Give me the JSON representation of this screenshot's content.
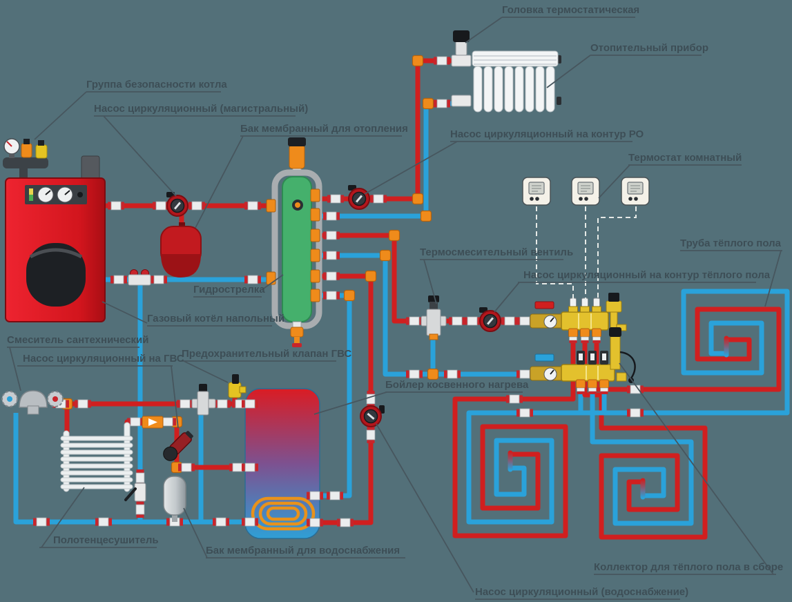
{
  "diagram": {
    "type": "heating-system-schematic",
    "language": "ru",
    "colors": {
      "background": "#537079",
      "pipe_hot": "#d01f1f",
      "pipe_cold": "#2aa2da",
      "fitting_orange": "#ef8b1b",
      "manifold_yellow": "#e3c12d",
      "separator_green": "#45b06c",
      "boiler_red": "#d61c24",
      "label_text": "#3d4e56",
      "leader_line": "#47565e",
      "thermostat_dash": "#e6eae7"
    },
    "labels": {
      "thermo_head": "Головка термостатическая",
      "radiator": "Отопительный прибор",
      "safety_group": "Группа безопасности котла",
      "pump_main": "Насос циркуляционный (магистральный)",
      "exp_tank_heat": "Бак мембранный для отопления",
      "pump_ro": "Насос циркуляционный на контур РО",
      "room_thermostat": "Термостат комнатный",
      "floor_pipe": "Труба тёплого пола",
      "mix_valve": "Термосмесительный вентиль",
      "pump_floor": "Насос циркуляционный на контур тёплого пола",
      "hydro_separator": "Гидрострелка",
      "gas_boiler": "Газовый котёл напольный",
      "mixer_tap": "Смеситель сантехнический",
      "pump_dhw": "Насос циркуляционный на ГВС",
      "safety_valve_dhw": "Предохранительный клапан ГВС",
      "indirect_boiler": "Бойлер косвенного нагрева",
      "towel_dryer": "Полотенцесушитель",
      "exp_tank_water": "Бак мембранный для водоснабжения",
      "pump_water": "Насос циркуляционный (водоснабжение)",
      "floor_collector": "Коллектор для тёплого пола в сборе"
    }
  }
}
